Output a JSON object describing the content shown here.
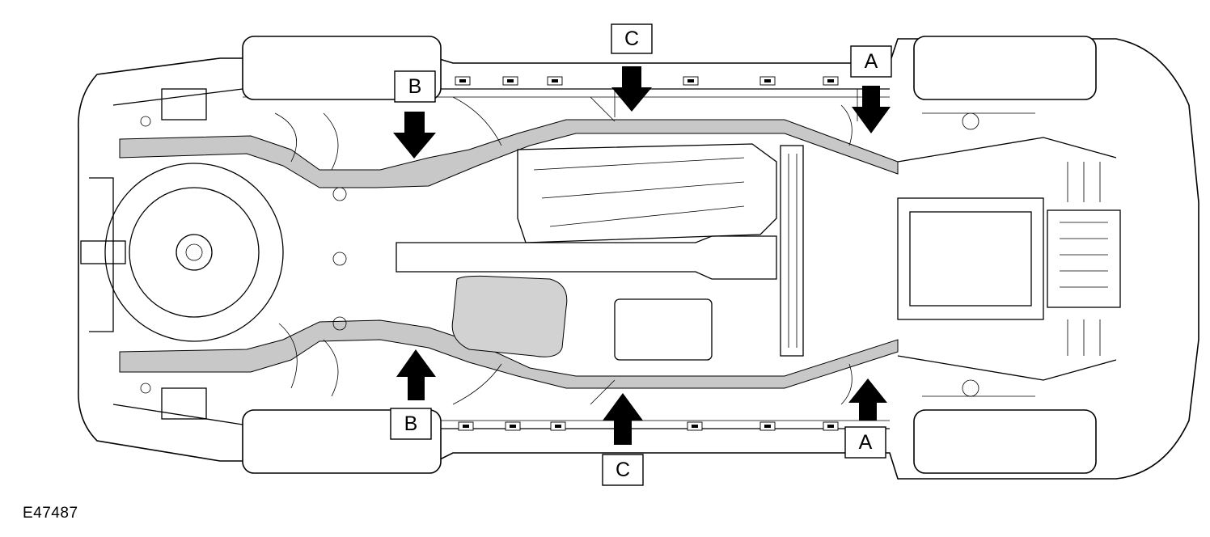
{
  "callouts": {
    "top_c": "C",
    "top_b": "B",
    "top_a": "A",
    "bottom_b": "B",
    "bottom_c": "C",
    "bottom_a": "A"
  },
  "figure_id": "E47487",
  "colors": {
    "line": "#000000",
    "highlight_rail": "#c8c8c8",
    "background": "#ffffff"
  }
}
